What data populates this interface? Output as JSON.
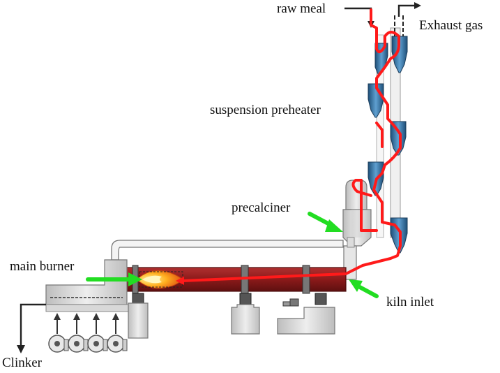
{
  "labels": {
    "raw_meal": "raw meal",
    "exhaust_gas": "Exhaust gas",
    "suspension_preheater": "suspension preheater",
    "precalciner": "precalciner",
    "main_burner": "main burner",
    "kiln_inlet": "kiln inlet",
    "clinker": "Clinker"
  },
  "colors": {
    "material_flow": "#ff1a1a",
    "pointer_arrow": "#22dd22",
    "kiln_shell": "#8b1a1a",
    "cyclone": "#2f6f9f",
    "equipment_gray": "#d4d4d4",
    "outline": "#555555",
    "flame": "#ffb020"
  },
  "icons": [
    "cyclone-icon",
    "flame-icon",
    "fan-icon",
    "arrow-icon"
  ]
}
